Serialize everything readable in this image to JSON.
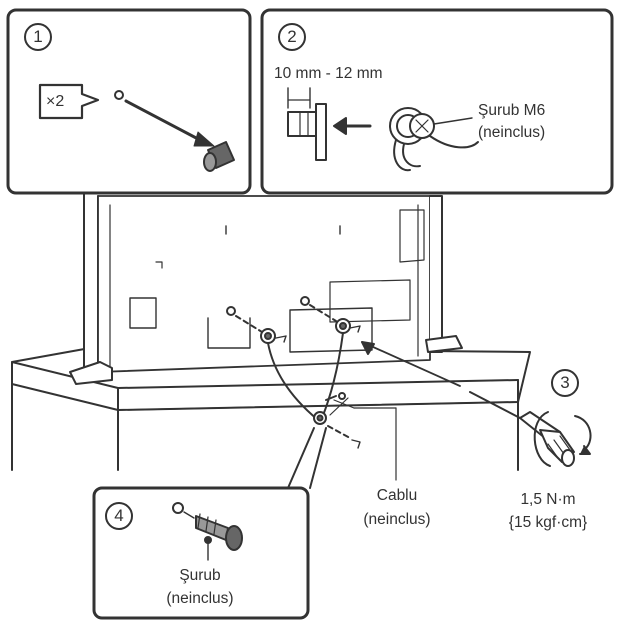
{
  "steps": [
    "1",
    "2",
    "3",
    "4"
  ],
  "panel1": {
    "multiplier": "×2"
  },
  "panel2": {
    "dimension": "10 mm - 12 mm",
    "screw_line1": "Şurub M6",
    "screw_line2": "(neinclus)"
  },
  "cable": {
    "line1": "Cablu",
    "line2": "(neinclus)"
  },
  "torque": {
    "line1": "1,5 N·m",
    "line2": "{15 kgf·cm}"
  },
  "panel4": {
    "line1": "Şurub",
    "line2": "(neinclus)"
  },
  "colors": {
    "line": "#333333",
    "fill": "#ffffff",
    "screw": "#666666"
  }
}
